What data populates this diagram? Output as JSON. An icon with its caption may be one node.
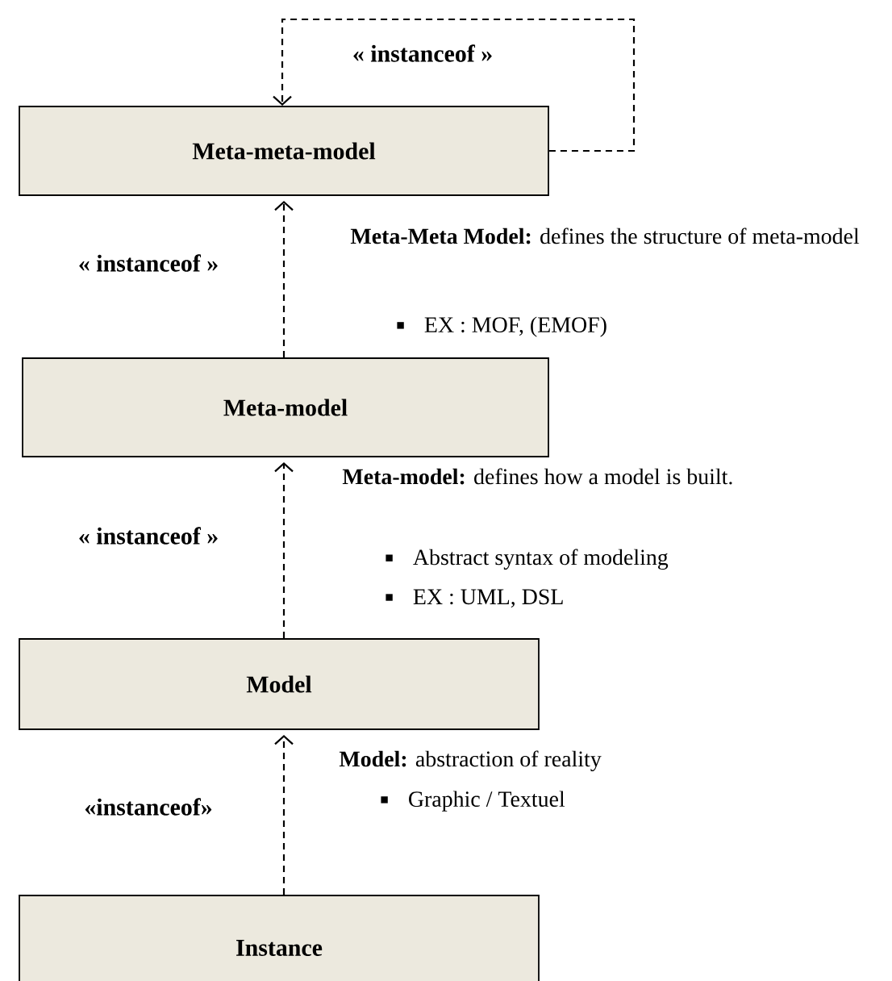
{
  "diagram": {
    "nodes": [
      {
        "text": [
          "Meta-meta-model"
        ]
      },
      {
        "text": [
          "Meta-model"
        ]
      },
      {
        "text": [
          "Model"
        ]
      },
      {
        "text": [
          "Instance"
        ]
      }
    ],
    "edges": [
      {
        "from": 0,
        "to": 0,
        "arrow": "to",
        "style": "dashed",
        "label": "« instanceof »"
      },
      {
        "from": 1,
        "to": 0,
        "arrow": "to",
        "style": "dashed",
        "label": "« instanceof »"
      },
      {
        "from": 2,
        "to": 1,
        "arrow": "to",
        "style": "dashed",
        "label": "« instanceof »"
      },
      {
        "from": 3,
        "to": 2,
        "arrow": "to",
        "style": "dashed",
        "label": "«instanceof»"
      }
    ],
    "labels": [
      "**Meta-Meta Model:** defines the structure of meta-model",
      "EX : MOF, (EMOF)",
      "**Meta-model:** defines how a model is built.",
      "Abstract syntax of modeling",
      "EX : UML, DSL",
      "**Model:** abstraction of reality",
      "Graphic / Textuel"
    ]
  }
}
